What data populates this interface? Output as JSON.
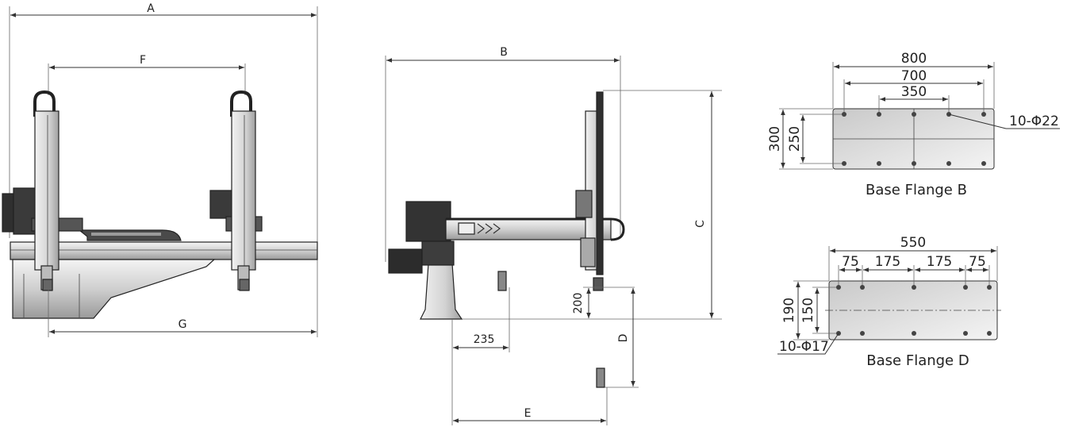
{
  "front_view": {
    "dim_A": "A",
    "dim_F": "F",
    "dim_G": "G"
  },
  "side_view": {
    "dim_B": "B",
    "dim_C": "C",
    "dim_D": "D",
    "dim_E": "E",
    "dim_200": "200",
    "dim_235": "235"
  },
  "flange_b": {
    "caption": "Base Flange B",
    "width_outer": "800",
    "width_mid": "700",
    "width_inner": "350",
    "height_outer": "300",
    "height_inner": "250",
    "holes": "10-Φ22"
  },
  "flange_d": {
    "caption": "Base Flange D",
    "width_outer": "550",
    "seg_1": "75",
    "seg_2": "175",
    "seg_3": "175",
    "seg_4": "75",
    "height_outer": "190",
    "height_inner": "150",
    "holes": "10-Φ17"
  }
}
